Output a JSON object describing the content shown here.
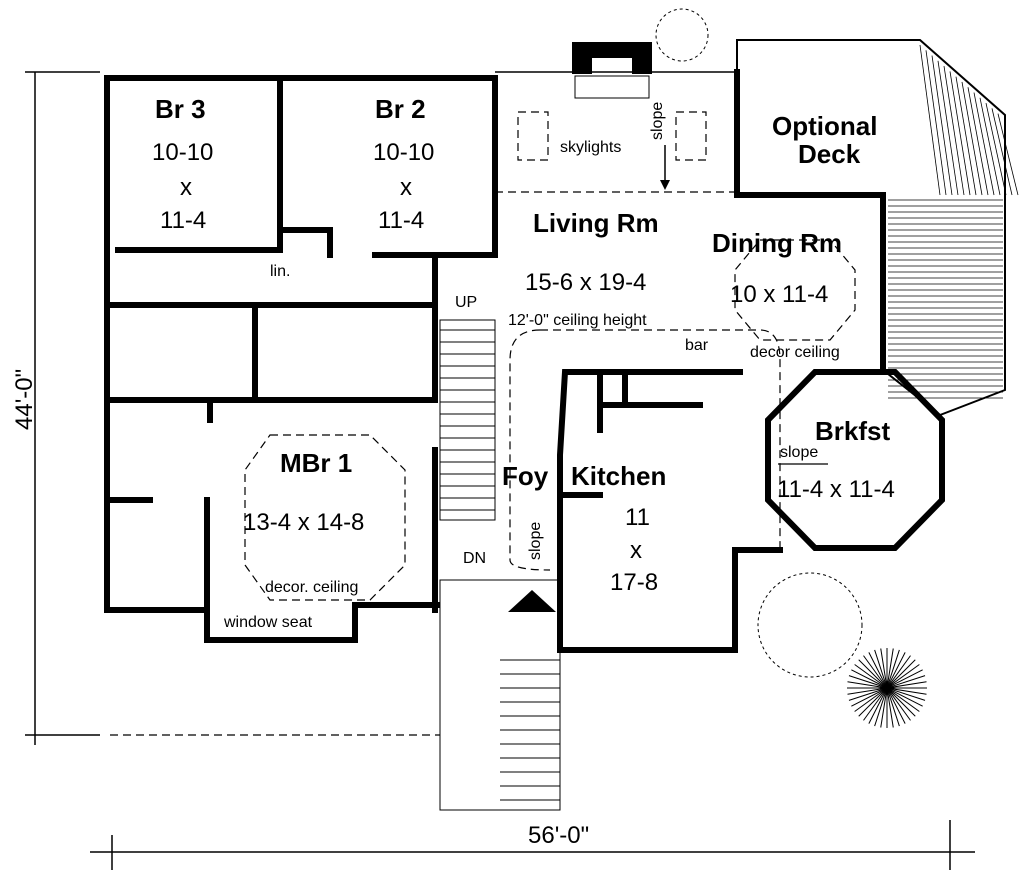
{
  "rooms": {
    "br3": {
      "name": "Br 3",
      "w": "10-10",
      "x": "x",
      "l": "11-4"
    },
    "br2": {
      "name": "Br 2",
      "w": "10-10",
      "x": "x",
      "l": "11-4"
    },
    "living": {
      "name": "Living Rm",
      "size": "15-6 x 19-4",
      "note": "12'-0\" ceiling height"
    },
    "dining": {
      "name": "Dining Rm",
      "size": "10 x 11-4",
      "note": "decor ceiling"
    },
    "deck": {
      "line1": "Optional",
      "line2": "Deck"
    },
    "mbr": {
      "name": "MBr 1",
      "size": "13-4 x 14-8",
      "note": "decor. ceiling"
    },
    "kitchen": {
      "name": "Kitchen",
      "w": "11",
      "x": "x",
      "l": "17-8"
    },
    "foyer": {
      "name": "Foy"
    },
    "brkfst": {
      "name": "Brkfst",
      "size": "11-4 x 11-4",
      "slope": "slope"
    }
  },
  "labels": {
    "skylights": "skylights",
    "slope_living": "slope",
    "slope_foyer": "slope",
    "bar": "bar",
    "linen": "lin.",
    "up": "UP",
    "dn": "DN",
    "window_seat": "window seat"
  },
  "dimensions": {
    "depth": "44'-0\"",
    "width": "56'-0\""
  }
}
